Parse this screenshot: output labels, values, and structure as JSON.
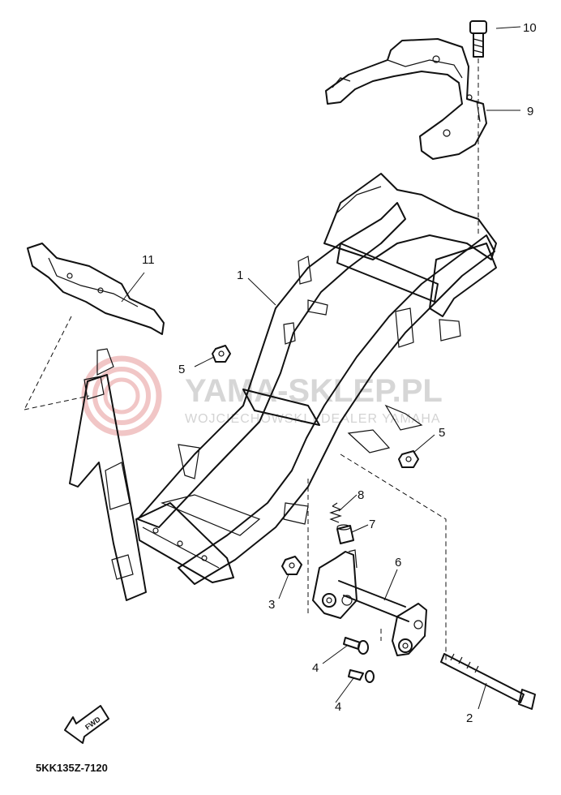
{
  "callouts": [
    "1",
    "2",
    "3",
    "4",
    "4",
    "5",
    "5",
    "6",
    "7",
    "8",
    "9",
    "10",
    "11"
  ],
  "diagram_code": "5KK135Z-7120",
  "fwd_label": "FWD",
  "watermark": {
    "main": "YAMA-SKLEP.PL",
    "sub": "WOJCIECHOWSKI I DEALER YAMAHA",
    "color": "#e8a0a0"
  }
}
